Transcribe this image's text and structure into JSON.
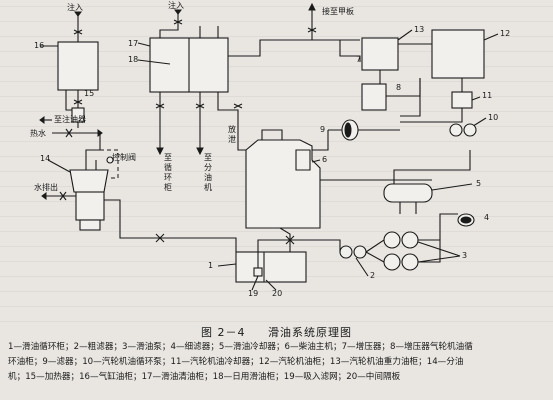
{
  "labels": {
    "inlet_left": "注入",
    "inlet_mid": "注入",
    "to_machine_floor": "接至甲板",
    "to_purifier": "至注油器",
    "hot_water": "热水",
    "control_valve": "控制阀",
    "water_drain": "水排出",
    "to_circ_tank_l1": "至",
    "to_circ_tank_l2": "循",
    "to_circ_tank_l3": "环",
    "to_circ_tank_l4": "柜",
    "to_separator_l1": "至",
    "to_separator_l2": "分",
    "to_separator_l3": "油",
    "to_separator_l4": "机",
    "drain_l1": "放",
    "drain_l2": "泄"
  },
  "numbers": [
    "1",
    "2",
    "3",
    "4",
    "5",
    "6",
    "7",
    "8",
    "9",
    "10",
    "11",
    "12",
    "13",
    "14",
    "15",
    "16",
    "17",
    "18",
    "19",
    "20"
  ],
  "caption": {
    "figure_no": "图 2－4",
    "title": "滑油系统原理图"
  },
  "legend": {
    "line1": "1—滑油循环柜；2—粗滤器；3—滑油泵；4—细滤器；5—滑油冷却器；6—柴油主机；7—增压器；8—增压器气轮机油循",
    "line2": "环油柜；9—滤器；10—汽轮机油循环泵；11—汽轮机油冷却器；12—汽轮机油柜；13—汽轮机油重力油柜；14—分油",
    "line3": "机；15—加热器；16—气缸油柜；17—滑油清油柜；18—日用滑油柜；19—吸入滤网；20—中间隔板"
  }
}
